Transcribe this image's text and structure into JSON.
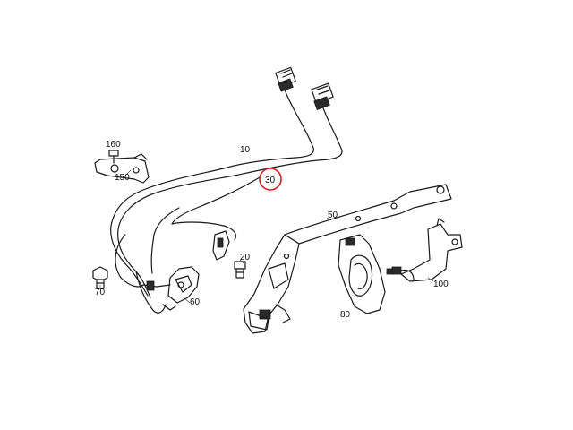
{
  "labels": {
    "l10": "10",
    "l20": "20",
    "l30": "30",
    "l50": "50",
    "l60": "60",
    "l70": "70",
    "l80": "80",
    "l100": "100",
    "l150": "150",
    "l160": "160"
  },
  "highlight": {
    "target": "30",
    "color": "#cc1f1f"
  }
}
